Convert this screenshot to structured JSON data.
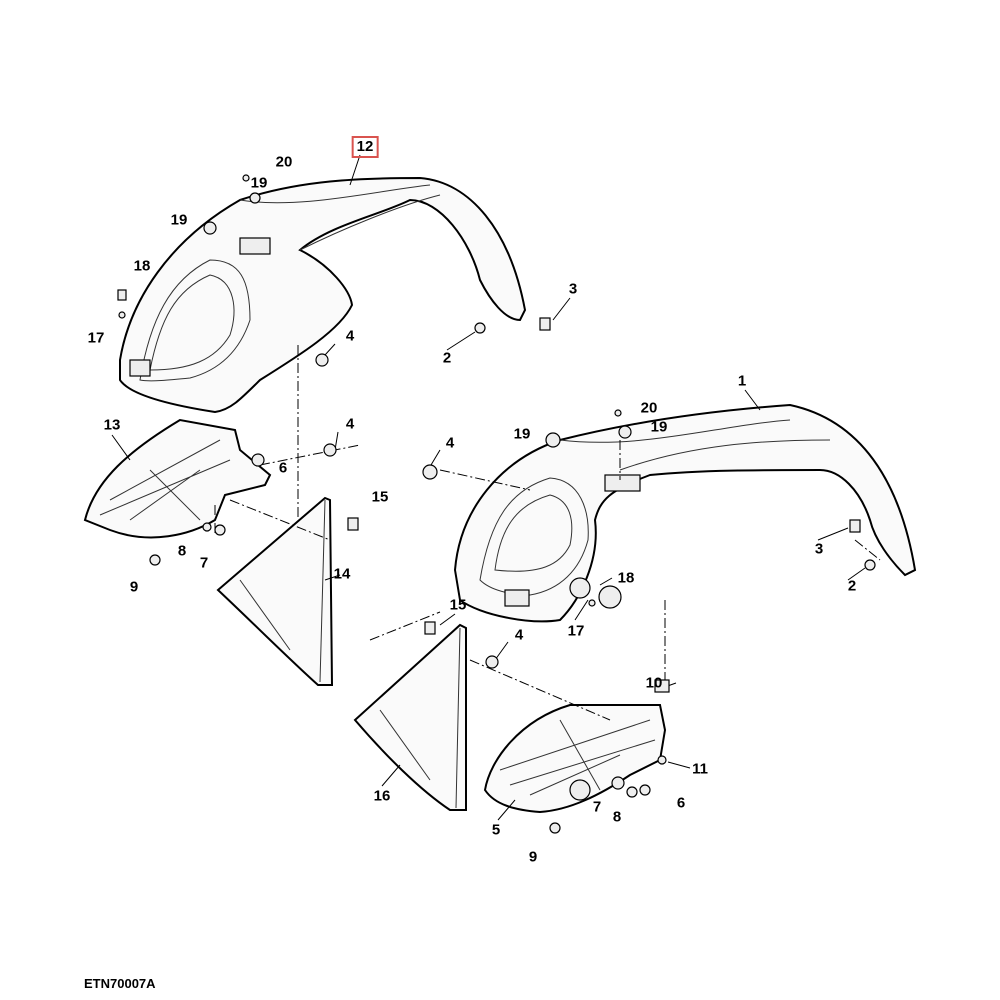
{
  "diagram_code": "ETN70007A",
  "callouts": [
    "12",
    "20",
    "19",
    "19",
    "18",
    "17",
    "3",
    "2",
    "4",
    "13",
    "4",
    "6",
    "15",
    "14",
    "8",
    "7",
    "9",
    "1",
    "20",
    "19",
    "19",
    "4",
    "3",
    "2",
    "18",
    "17",
    "15",
    "4",
    "10",
    "11",
    "16",
    "6",
    "7",
    "8",
    "5",
    "9"
  ],
  "highlight_color": "#d9534f"
}
